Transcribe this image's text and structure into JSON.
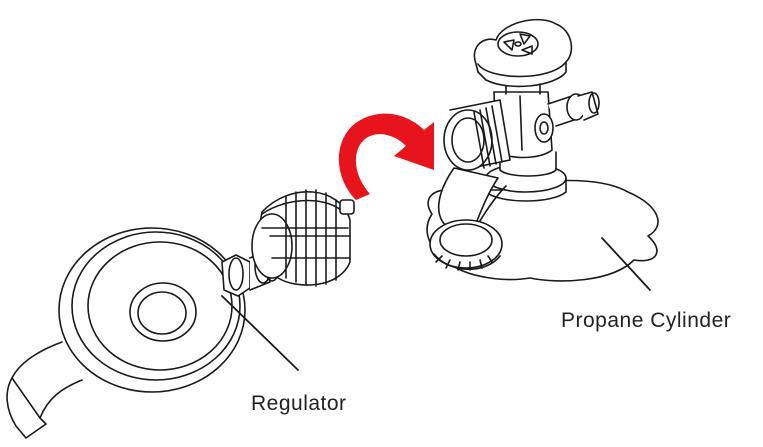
{
  "labels": {
    "regulator": "Regulator",
    "propane_cylinder": "Propane Cylinder"
  },
  "colors": {
    "line": "#1a1a1a",
    "arrow": "#e8141b",
    "background": "#ffffff"
  },
  "icons": {
    "arrow": "curved-rotate-arrow"
  }
}
